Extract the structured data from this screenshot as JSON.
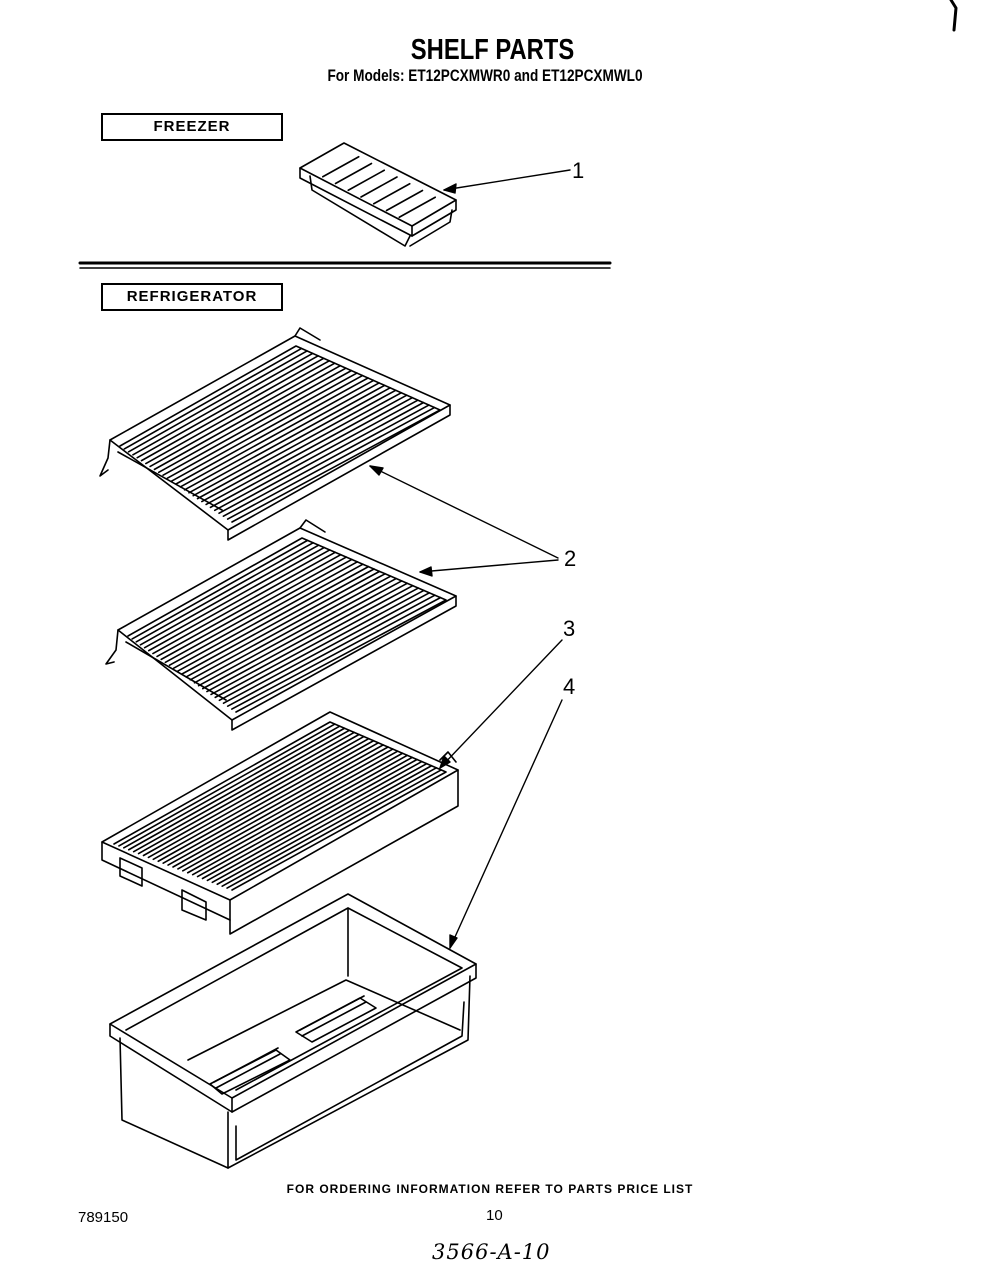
{
  "page": {
    "title": "SHELF PARTS",
    "subtitle": "For Models: ET12PCXMWR0 and ET12PCXMWL0",
    "footer_note": "FOR ORDERING INFORMATION REFER TO PARTS PRICE LIST",
    "doc_number": "789150",
    "page_number": "10",
    "handwritten_note": "3566-A-10"
  },
  "sections": {
    "freezer": "FREEZER",
    "refrigerator": "REFRIGERATOR"
  },
  "callouts": {
    "ice_tray": "1",
    "wire_shelves": "2",
    "crisper_cover": "3",
    "crisper_pan": "4"
  }
}
